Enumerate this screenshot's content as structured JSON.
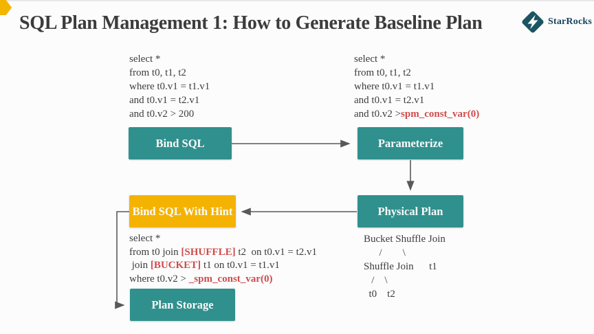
{
  "slide": {
    "title": "SQL Plan Management 1: How to Generate Baseline Plan",
    "logo_text": "StarRocks"
  },
  "colors": {
    "node_teal": "#30908D",
    "node_yellow": "#F5B301",
    "highlight_red": "#CF4B4B",
    "text_ink": "#3D3D3D",
    "arrow_gray": "#595959",
    "bullet_gold": "#F2B600",
    "logo_teal": "#1A5561"
  },
  "sql_original": {
    "lines": [
      "select *",
      "from t0, t1, t2",
      "where t0.v1 = t1.v1",
      "and t0.v1 = t2.v1",
      "and t0.v2 > 200"
    ]
  },
  "sql_parameterized": {
    "lines": [
      "select *",
      "from t0, t1, t2",
      "where t0.v1 = t1.v1",
      "and t0.v1 = t2.v1"
    ],
    "last_line": {
      "prefix": "and t0.v2 >",
      "highlight": "spm_const_var(0)"
    }
  },
  "nodes": {
    "bind_sql": "Bind SQL",
    "parameterize": "Parameterize",
    "physical_plan": "Physical Plan",
    "bind_sql_with_hint": "Bind SQL With Hint",
    "plan_storage": "Plan Storage"
  },
  "sql_hint": {
    "line1": "select *",
    "line2": {
      "pre": "from t0 join ",
      "highlight": "[SHUFFLE]",
      "post": " t2  on t0.v1 = t2.v1"
    },
    "line3": {
      "pre": " join ",
      "highlight": "[BUCKET]",
      "post": " t1 on t0.v1 = t1.v1"
    },
    "line4": {
      "pre": "where t0.v2 > ",
      "highlight": "_spm_const_var(0)"
    }
  },
  "plan_tree": {
    "lines": [
      "Bucket Shuffle Join",
      "      /        \\",
      "Shuffle Join      t1",
      "   /    \\",
      "  t0    t2"
    ]
  }
}
